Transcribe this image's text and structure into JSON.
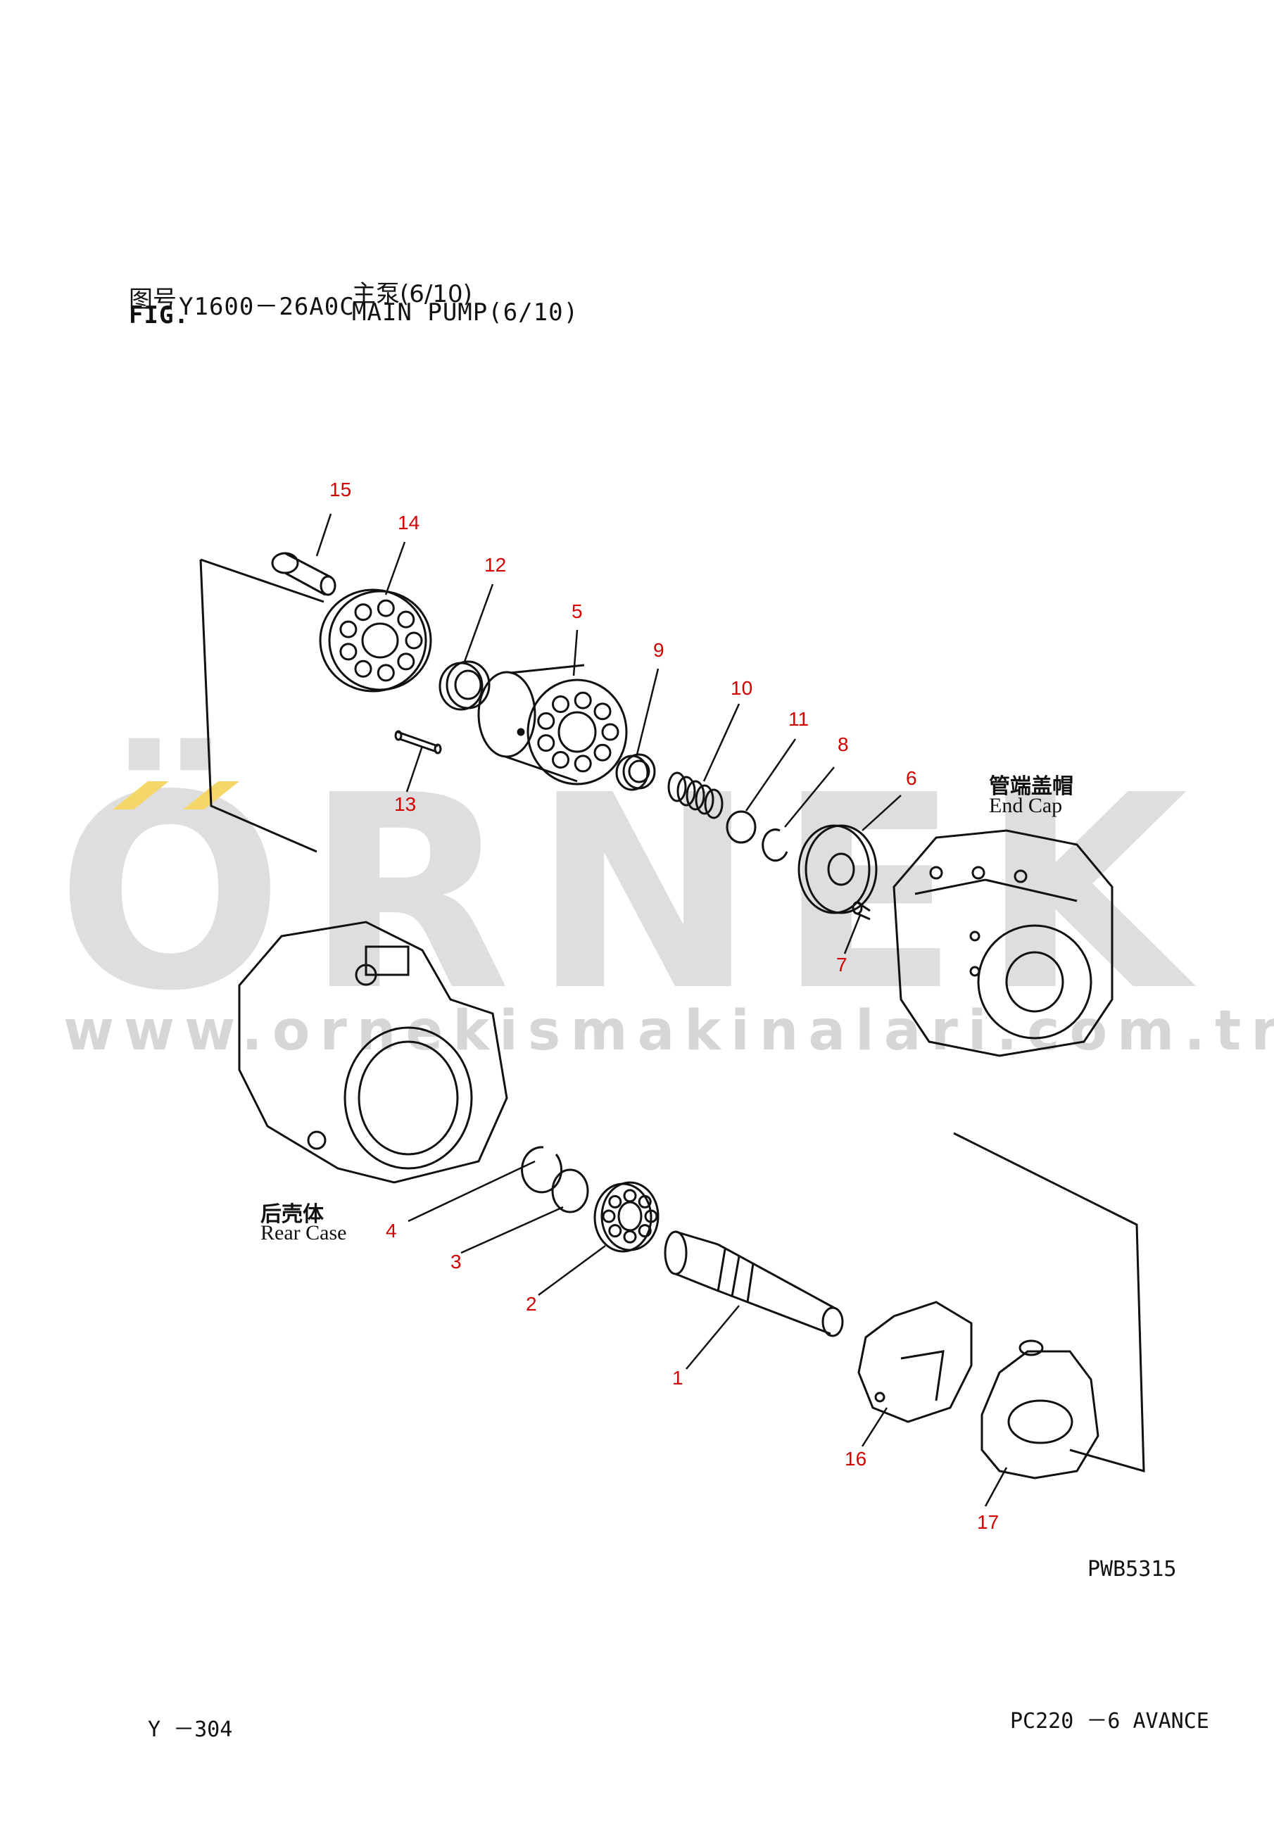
{
  "header": {
    "line1_cn": "图号",
    "line1_code": "Y1600－26A0C",
    "line1_title_cn": "主泵(6/10)",
    "line2_fig": "FIG.",
    "line2_title_en": "MAIN PUMP(6/10)"
  },
  "watermark": {
    "logo": "ÖRNEK",
    "url": "www.ornekismakinalari.com.tr",
    "accent_color": "#f5d668"
  },
  "labels": {
    "end_cap_cn": "管端盖帽",
    "end_cap_en": "End Cap",
    "rear_case_cn": "后壳体",
    "rear_case_en": "Rear Case"
  },
  "callouts": [
    "15",
    "14",
    "12",
    "5",
    "9",
    "10",
    "11",
    "8",
    "6",
    "13",
    "7",
    "4",
    "3",
    "2",
    "1",
    "16",
    "17"
  ],
  "callout_color": "#d40000",
  "drawing_code": "PWB5315",
  "footer": {
    "page": "Y －304",
    "model": "PC220 －6 AVANCE"
  }
}
